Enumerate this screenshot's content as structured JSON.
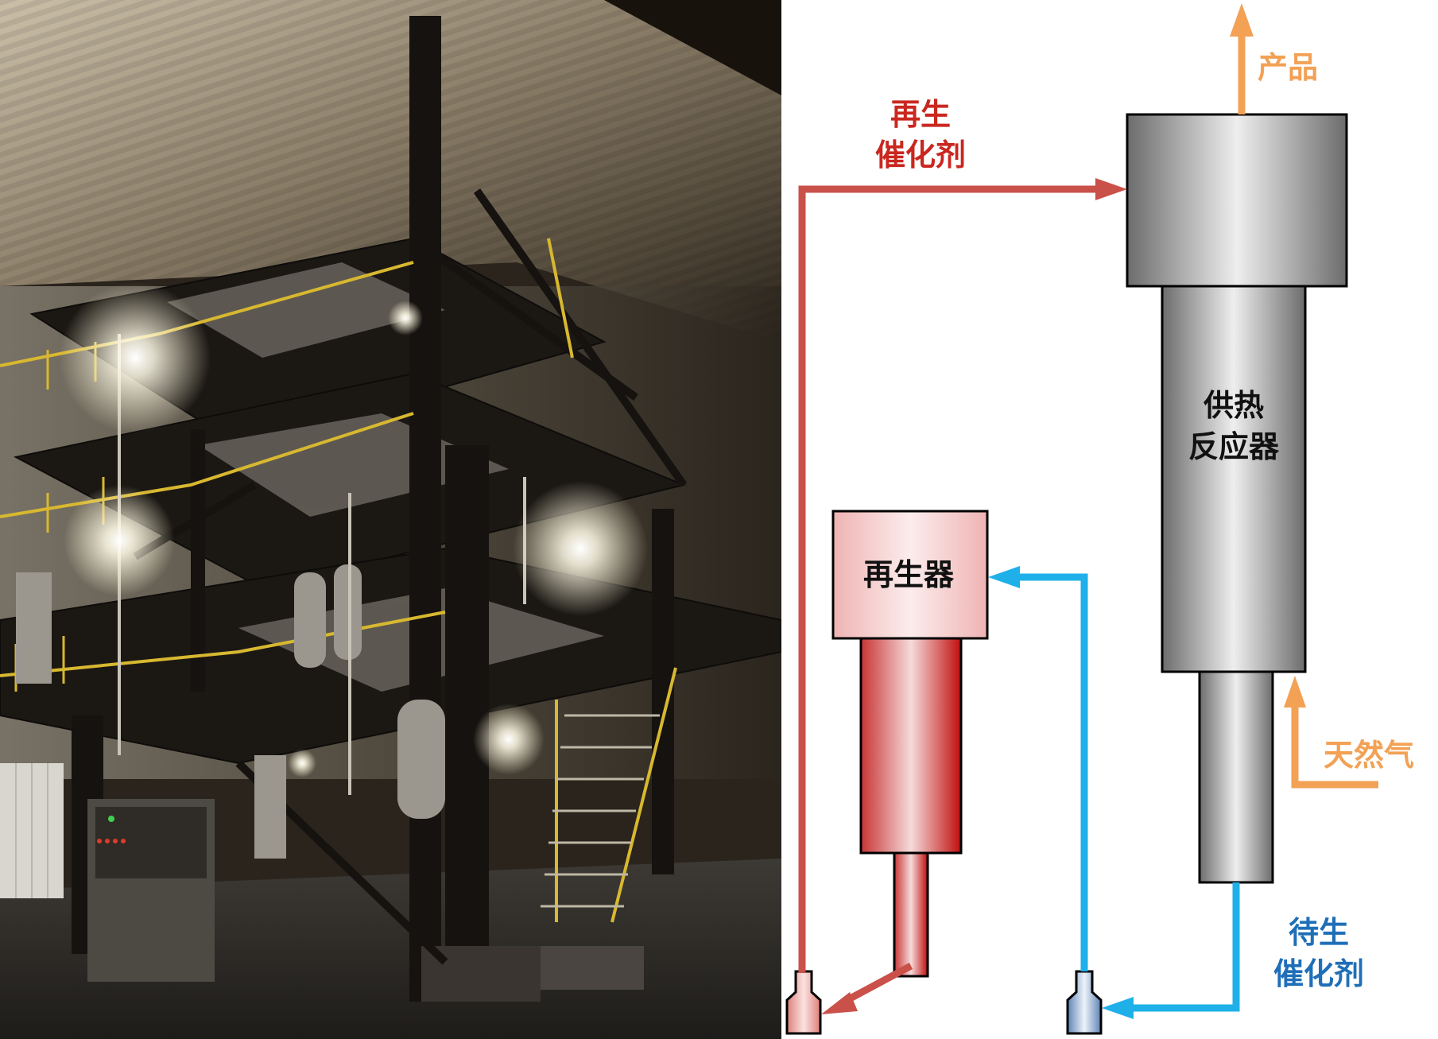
{
  "photo": {
    "subject": "industrial-pilot-plant-steel-structure"
  },
  "diagram": {
    "labels": {
      "product": "产品",
      "regen_catalyst_line1": "再生",
      "regen_catalyst_line2": "催化剂",
      "reactor_line1": "供热",
      "reactor_line2": "反应器",
      "regenerator": "再生器",
      "natural_gas": "天然气",
      "spent_catalyst_line1": "待生",
      "spent_catalyst_line2": "催化剂"
    },
    "colors": {
      "regen_flow": "#c9514a",
      "spent_flow": "#1fb0ea",
      "gas_product": "#f2a155",
      "regen_text": "#c9271f",
      "spent_text": "#1f6fb8",
      "product_text": "#f2a155"
    }
  }
}
